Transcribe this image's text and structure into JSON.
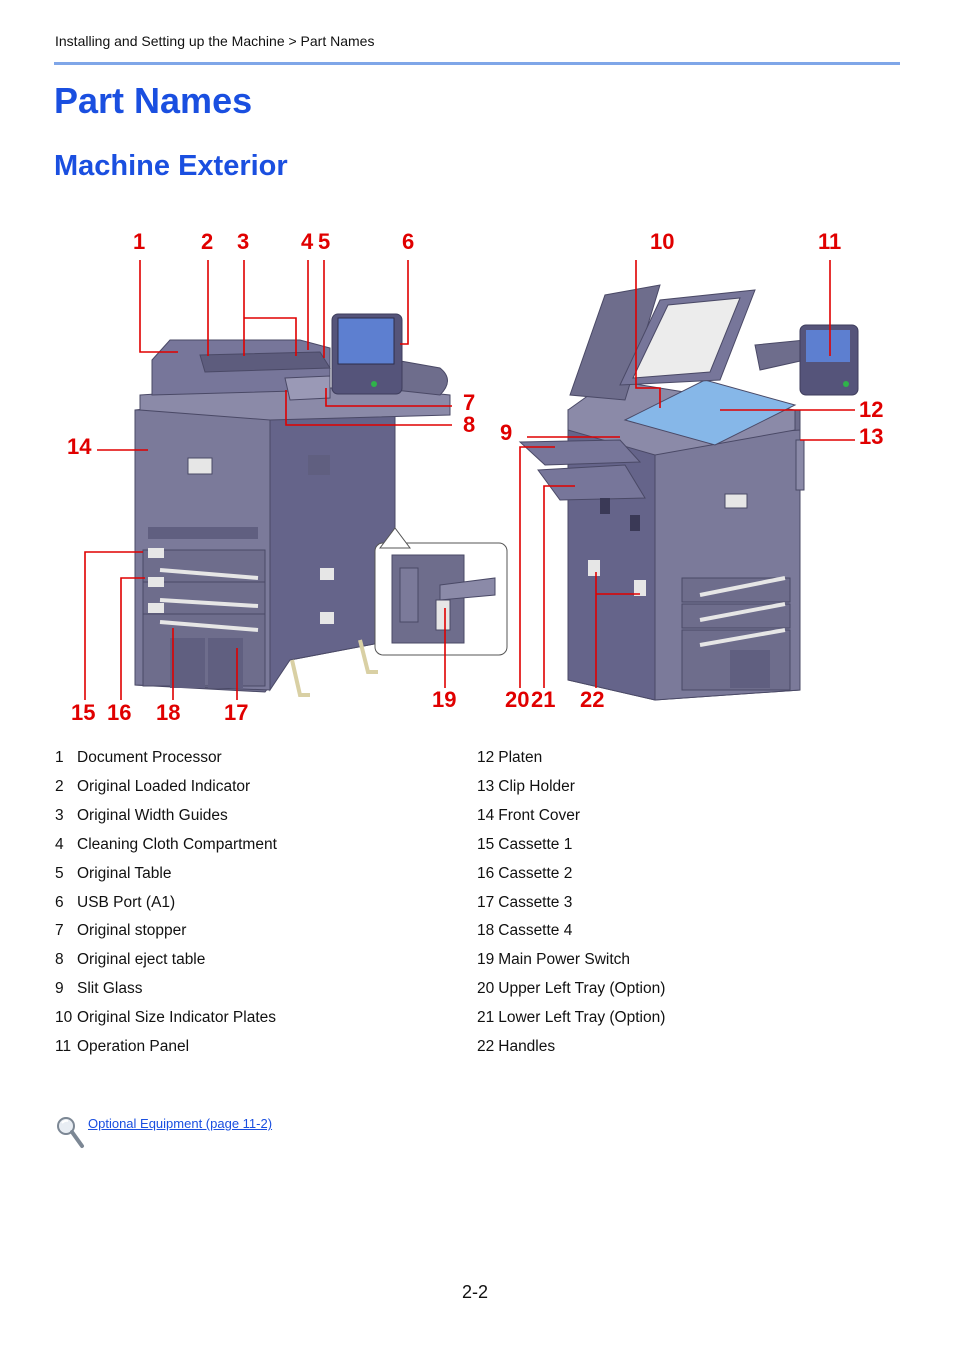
{
  "breadcrumb": "Installing and Setting up the Machine > Part Names",
  "title": "Part Names",
  "subtitle": "Machine Exterior",
  "callouts": {
    "c1": "1",
    "c2": "2",
    "c3": "3",
    "c4": "4",
    "c5": "5",
    "c6": "6",
    "c7": "7",
    "c8": "8",
    "c9": "9",
    "c10": "10",
    "c11": "11",
    "c12": "12",
    "c13": "13",
    "c14": "14",
    "c15": "15",
    "c16": "16",
    "c17": "17",
    "c18": "18",
    "c19": "19",
    "c20": "20",
    "c21": "21",
    "c22": "22"
  },
  "parts_left": [
    {
      "num": "1",
      "name": "Document Processor"
    },
    {
      "num": "2",
      "name": "Original Loaded Indicator"
    },
    {
      "num": "3",
      "name": "Original Width Guides"
    },
    {
      "num": "4",
      "name": "Cleaning Cloth Compartment"
    },
    {
      "num": "5",
      "name": "Original Table"
    },
    {
      "num": "6",
      "name": "USB Port (A1)"
    },
    {
      "num": "7",
      "name": "Original stopper"
    },
    {
      "num": "8",
      "name": "Original eject table"
    },
    {
      "num": "9",
      "name": "Slit Glass"
    },
    {
      "num": "10",
      "name": "Original Size Indicator Plates"
    },
    {
      "num": "11",
      "name": "Operation Panel"
    }
  ],
  "parts_right": [
    {
      "num": "12",
      "name": "Platen"
    },
    {
      "num": "13",
      "name": "Clip Holder"
    },
    {
      "num": "14",
      "name": "Front Cover"
    },
    {
      "num": "15",
      "name": "Cassette 1"
    },
    {
      "num": "16",
      "name": "Cassette 2"
    },
    {
      "num": "17",
      "name": "Cassette 3"
    },
    {
      "num": "18",
      "name": "Cassette 4"
    },
    {
      "num": "19",
      "name": "Main Power Switch"
    },
    {
      "num": "20",
      "name": "Upper Left Tray (Option)"
    },
    {
      "num": "21",
      "name": "Lower Left Tray (Option)"
    },
    {
      "num": "22",
      "name": "Handles"
    }
  ],
  "reference": {
    "icon": "magnifier-icon",
    "link_text": "Optional Equipment (page 11-2)"
  },
  "page_number": "2-2",
  "colors": {
    "heading": "#1a4fe0",
    "rule": "#7fa6e8",
    "callout": "#e00000",
    "machine": "#6e6d8c"
  }
}
